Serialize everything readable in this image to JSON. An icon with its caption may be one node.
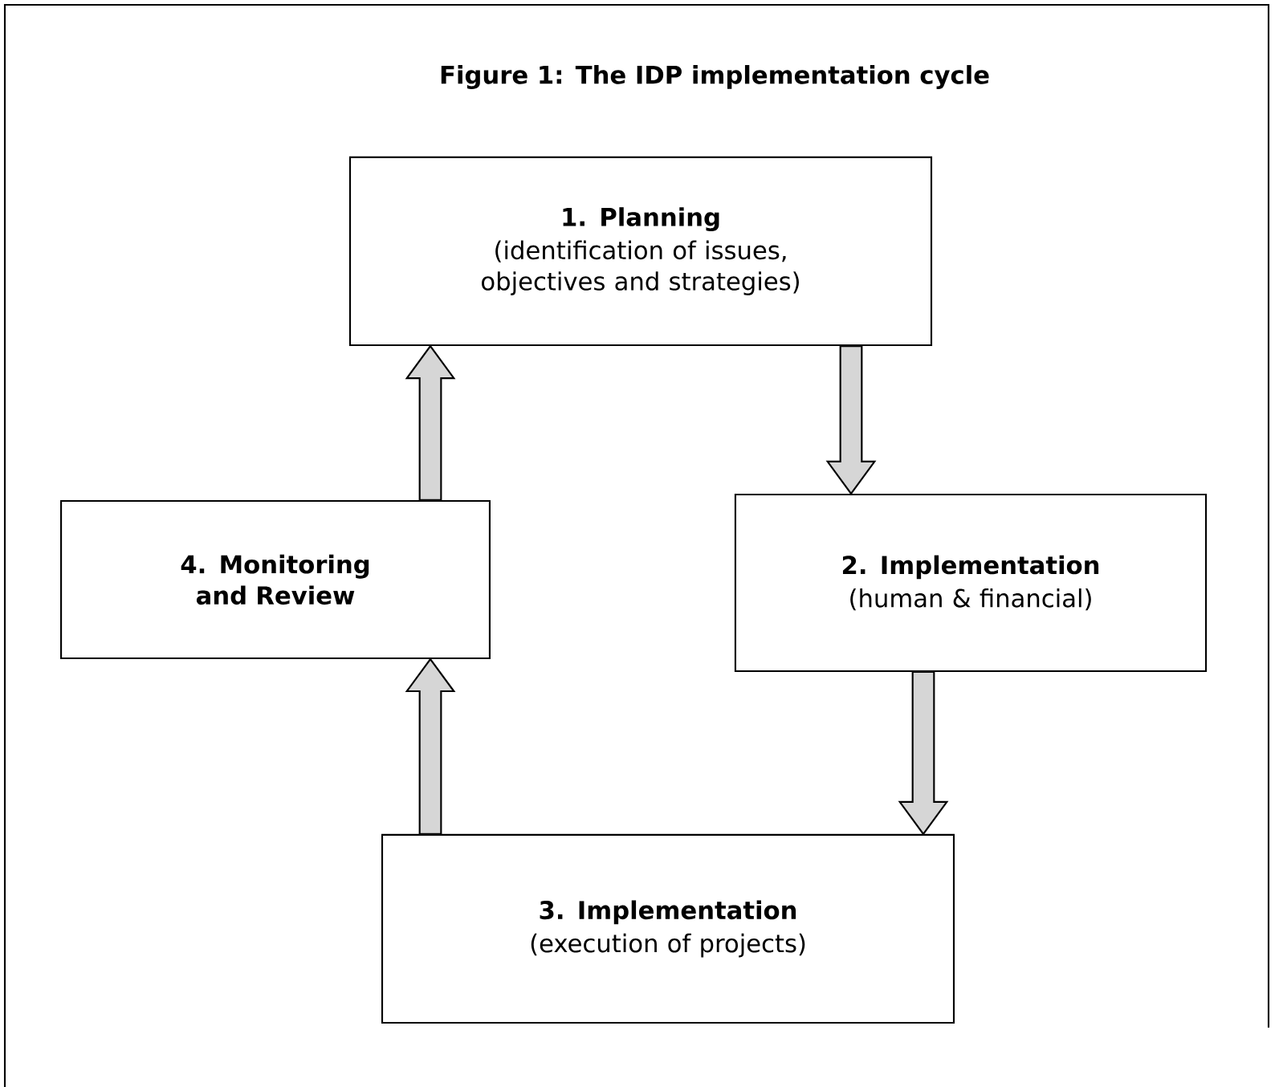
{
  "diagram": {
    "title": "Figure 1:    The IDP implementation cycle",
    "nodes": [
      {
        "text": [
          "1.  Planning",
          "(identification of issues, objectives and strategies)"
        ]
      },
      {
        "text": [
          "2. Implementation",
          "(human & financial)"
        ]
      },
      {
        "text": [
          "3. Implementation",
          "(execution of projects)"
        ]
      },
      {
        "text": [
          "4. Monitoring and Review"
        ]
      }
    ],
    "edges": [
      {
        "from": 0,
        "to": 1,
        "arrow": "to"
      },
      {
        "from": 1,
        "to": 2,
        "arrow": "to"
      },
      {
        "from": 2,
        "to": 3,
        "arrow": "to"
      },
      {
        "from": 3,
        "to": 0,
        "arrow": "to"
      }
    ]
  }
}
